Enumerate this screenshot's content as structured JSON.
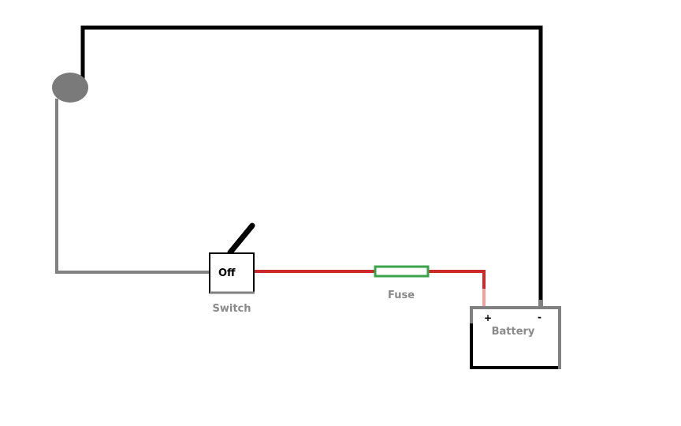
{
  "labels": {
    "switch_state": "Off",
    "switch": "Switch",
    "fuse": "Fuse",
    "battery": "Battery",
    "battery_plus": "+",
    "battery_minus": "-"
  },
  "colors": {
    "background": "#ffffff",
    "black_wire": "#000000",
    "gray_wire": "#808080",
    "red_wire": "#cc2a2a",
    "pink_lead": "#f0a0a0",
    "fuse_outline": "#3aa34a",
    "lamp": "#7a7a7a",
    "label_gray": "#8a8a8a"
  }
}
